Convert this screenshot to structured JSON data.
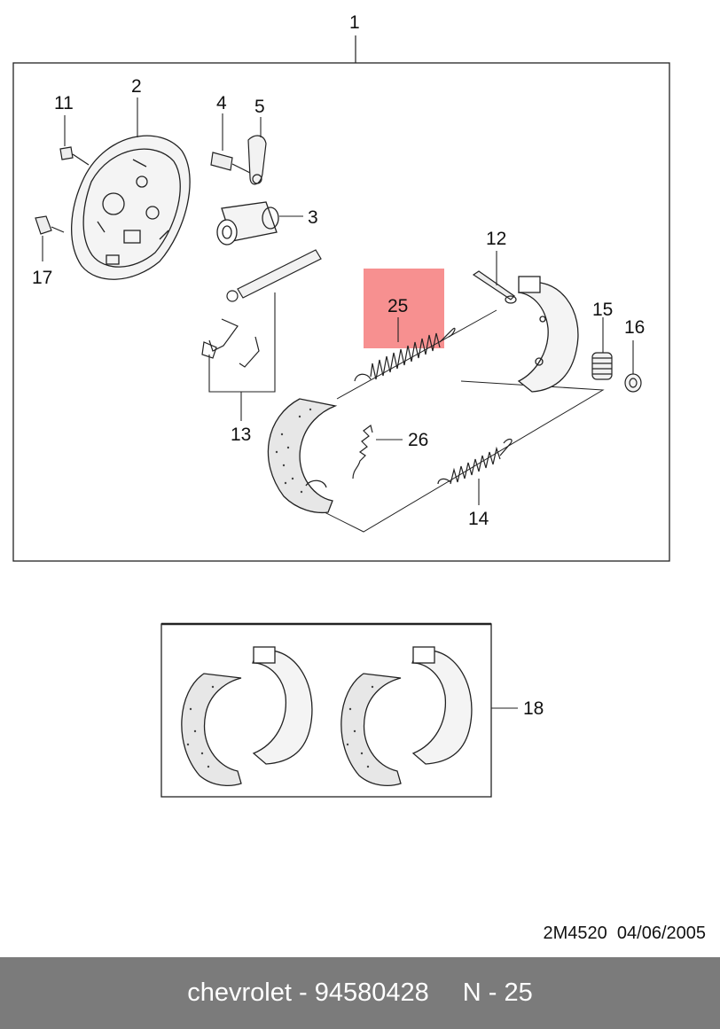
{
  "diagram": {
    "callouts": {
      "c1": "1",
      "c2": "2",
      "c3": "3",
      "c4": "4",
      "c5": "5",
      "c11": "11",
      "c12": "12",
      "c13": "13",
      "c14": "14",
      "c15": "15",
      "c16": "16",
      "c17": "17",
      "c18": "18",
      "c25": "25",
      "c26": "26"
    },
    "highlight_color": "#f78a8a",
    "highlighted_part": "25"
  },
  "stamp": {
    "code": "2M4520",
    "date": "04/06/2005"
  },
  "footer": {
    "brand": "chevrolet",
    "part_number": "94580428",
    "ref": "N - 25",
    "sep": " - "
  },
  "colors": {
    "footer_bg": "#7b7b7b",
    "line": "#222222"
  }
}
